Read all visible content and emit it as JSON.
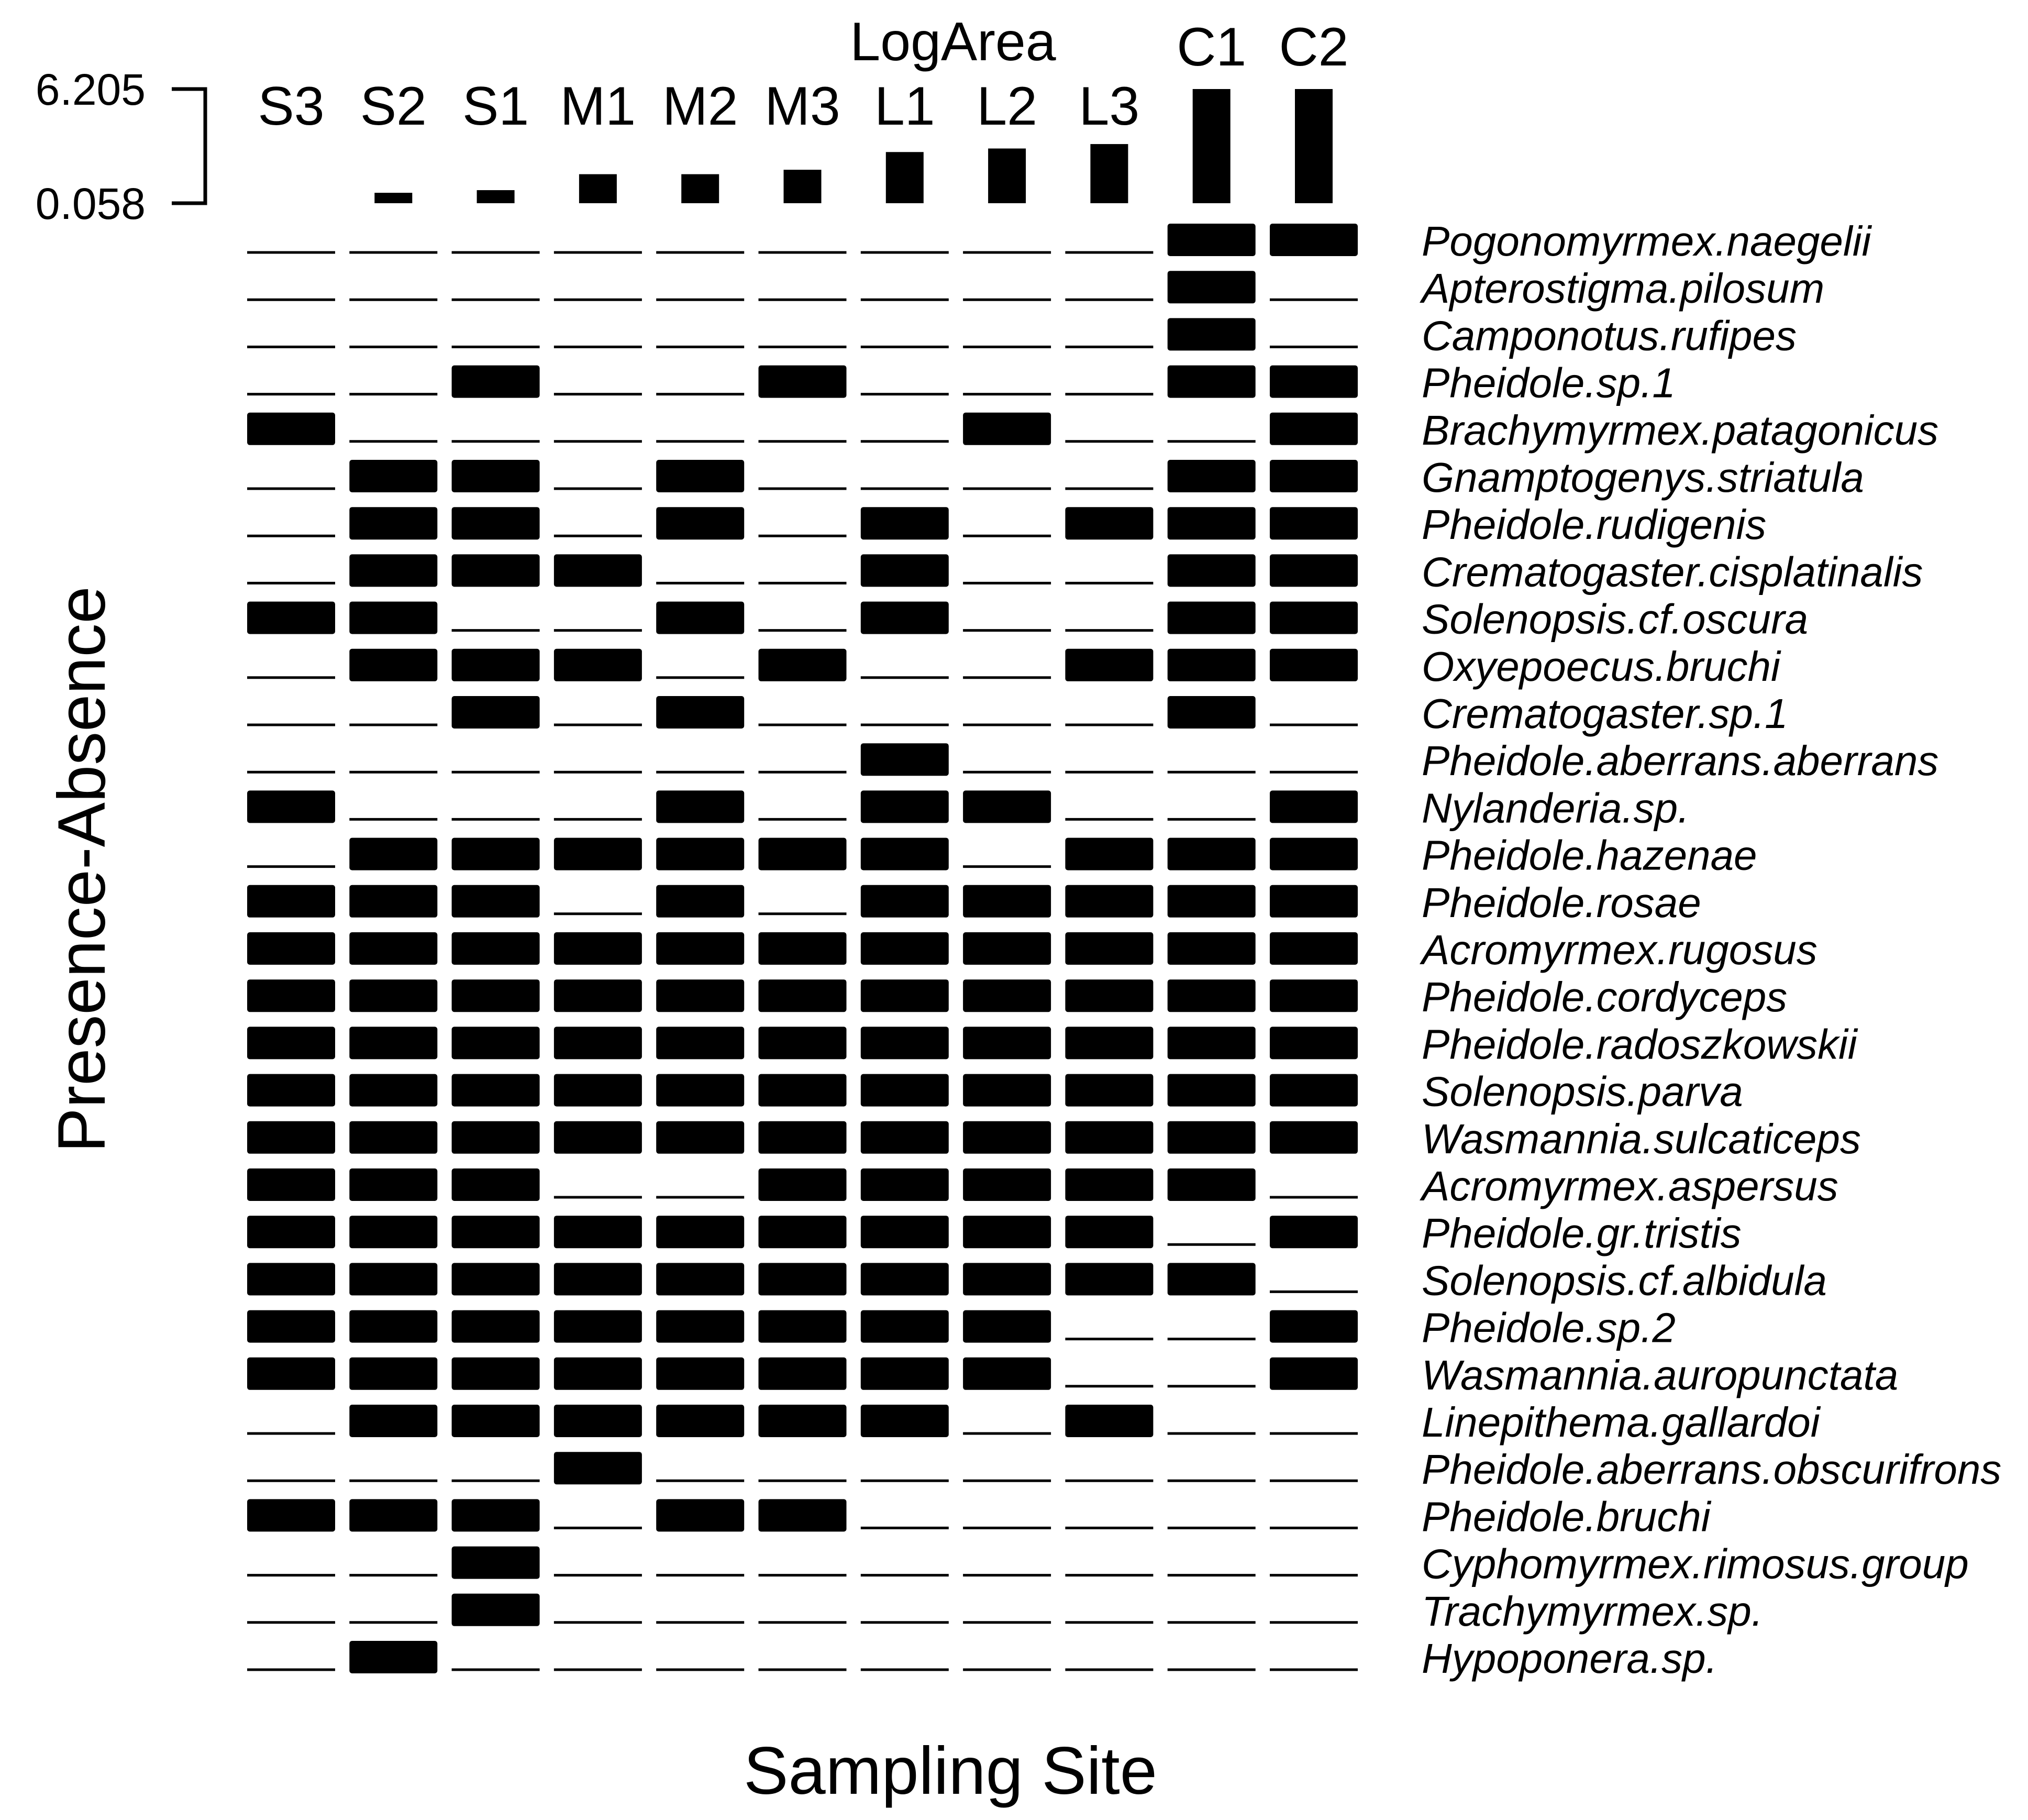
{
  "chart_data": {
    "type": "heatmap",
    "title": "",
    "xlabel": "Sampling Site",
    "ylabel": "Presence-Absence",
    "area_label": "LogArea",
    "area_scale": {
      "max_label": "6.205",
      "min_label": "0.058",
      "range": [
        0.058,
        6.205
      ]
    },
    "sites": [
      "S3",
      "S2",
      "S1",
      "M1",
      "M2",
      "M3",
      "L1",
      "L2",
      "L3",
      "C1",
      "C2"
    ],
    "log_area": [
      0.058,
      0.35,
      0.5,
      1.4,
      1.4,
      1.65,
      2.65,
      2.85,
      3.1,
      6.205,
      6.205
    ],
    "species": [
      "Pogonomyrmex.naegelii",
      "Apterostigma.pilosum",
      "Camponotus.rufipes",
      "Pheidole.sp.1",
      "Brachymyrmex.patagonicus",
      "Gnamptogenys.striatula",
      "Pheidole.rudigenis",
      "Crematogaster.cisplatinalis",
      "Solenopsis.cf.oscura",
      "Oxyepoecus.bruchi",
      "Crematogaster.sp.1",
      "Pheidole.aberrans.aberrans",
      "Nylanderia.sp.",
      "Pheidole.hazenae",
      "Pheidole.rosae",
      "Acromyrmex.rugosus",
      "Pheidole.cordyceps",
      "Pheidole.radoszkowskii",
      "Solenopsis.parva",
      "Wasmannia.sulcaticeps",
      "Acromyrmex.aspersus",
      "Pheidole.gr.tristis",
      "Solenopsis.cf.albidula",
      "Pheidole.sp.2",
      "Wasmannia.auropunctata",
      "Linepithema.gallardoi",
      "Pheidole.aberrans.obscurifrons",
      "Pheidole.bruchi",
      "Cyphomyrmex.rimosus.group",
      "Trachymyrmex.sp.",
      "Hypoponera.sp."
    ],
    "presence": [
      [
        0,
        0,
        0,
        0,
        0,
        0,
        0,
        0,
        0,
        1,
        1
      ],
      [
        0,
        0,
        0,
        0,
        0,
        0,
        0,
        0,
        0,
        1,
        0
      ],
      [
        0,
        0,
        0,
        0,
        0,
        0,
        0,
        0,
        0,
        1,
        0
      ],
      [
        0,
        0,
        1,
        0,
        0,
        1,
        0,
        0,
        0,
        1,
        1
      ],
      [
        1,
        0,
        0,
        0,
        0,
        0,
        0,
        1,
        0,
        0,
        1
      ],
      [
        0,
        1,
        1,
        0,
        1,
        0,
        0,
        0,
        0,
        1,
        1
      ],
      [
        0,
        1,
        1,
        0,
        1,
        0,
        1,
        0,
        1,
        1,
        1
      ],
      [
        0,
        1,
        1,
        1,
        0,
        0,
        1,
        0,
        0,
        1,
        1
      ],
      [
        1,
        1,
        0,
        0,
        1,
        0,
        1,
        0,
        0,
        1,
        1
      ],
      [
        0,
        1,
        1,
        1,
        0,
        1,
        0,
        0,
        1,
        1,
        1
      ],
      [
        0,
        0,
        1,
        0,
        1,
        0,
        0,
        0,
        0,
        1,
        0
      ],
      [
        0,
        0,
        0,
        0,
        0,
        0,
        1,
        0,
        0,
        0,
        0
      ],
      [
        1,
        0,
        0,
        0,
        1,
        0,
        1,
        1,
        0,
        0,
        1
      ],
      [
        0,
        1,
        1,
        1,
        1,
        1,
        1,
        0,
        1,
        1,
        1
      ],
      [
        1,
        1,
        1,
        0,
        1,
        0,
        1,
        1,
        1,
        1,
        1
      ],
      [
        1,
        1,
        1,
        1,
        1,
        1,
        1,
        1,
        1,
        1,
        1
      ],
      [
        1,
        1,
        1,
        1,
        1,
        1,
        1,
        1,
        1,
        1,
        1
      ],
      [
        1,
        1,
        1,
        1,
        1,
        1,
        1,
        1,
        1,
        1,
        1
      ],
      [
        1,
        1,
        1,
        1,
        1,
        1,
        1,
        1,
        1,
        1,
        1
      ],
      [
        1,
        1,
        1,
        1,
        1,
        1,
        1,
        1,
        1,
        1,
        1
      ],
      [
        1,
        1,
        1,
        0,
        0,
        1,
        1,
        1,
        1,
        1,
        0
      ],
      [
        1,
        1,
        1,
        1,
        1,
        1,
        1,
        1,
        1,
        0,
        1
      ],
      [
        1,
        1,
        1,
        1,
        1,
        1,
        1,
        1,
        1,
        1,
        0
      ],
      [
        1,
        1,
        1,
        1,
        1,
        1,
        1,
        1,
        0,
        0,
        1
      ],
      [
        1,
        1,
        1,
        1,
        1,
        1,
        1,
        1,
        0,
        0,
        1
      ],
      [
        0,
        1,
        1,
        1,
        1,
        1,
        1,
        0,
        1,
        0,
        0
      ],
      [
        0,
        0,
        0,
        1,
        0,
        0,
        0,
        0,
        0,
        0,
        0
      ],
      [
        1,
        1,
        1,
        0,
        1,
        1,
        0,
        0,
        0,
        0,
        0
      ],
      [
        0,
        0,
        1,
        0,
        0,
        0,
        0,
        0,
        0,
        0,
        0
      ],
      [
        0,
        0,
        1,
        0,
        0,
        0,
        0,
        0,
        0,
        0,
        0
      ],
      [
        0,
        1,
        0,
        0,
        0,
        0,
        0,
        0,
        0,
        0,
        0
      ]
    ],
    "legend": "none",
    "grid": false
  }
}
